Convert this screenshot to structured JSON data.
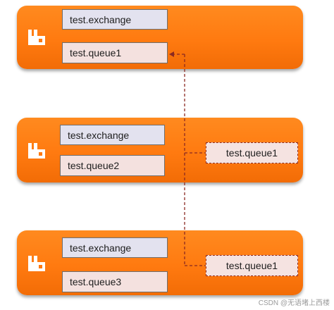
{
  "nodes": [
    {
      "icon": "rabbitmq-logo-icon",
      "exchange": "test.exchange",
      "queue": "test.queue1",
      "mirror_queue": ""
    },
    {
      "icon": "rabbitmq-logo-icon",
      "exchange": "test.exchange",
      "queue": "test.queue2",
      "mirror_queue": "test.queue1"
    },
    {
      "icon": "rabbitmq-logo-icon",
      "exchange": "test.exchange",
      "queue": "test.queue3",
      "mirror_queue": "test.queue1"
    }
  ],
  "colors": {
    "node_orange": "#ff7a10",
    "exchange_fill": "#e3e2ef",
    "queue_fill": "#f4e1df",
    "link_line": "#8b2a22"
  },
  "watermark": "CSDN @无语堵上西楼"
}
